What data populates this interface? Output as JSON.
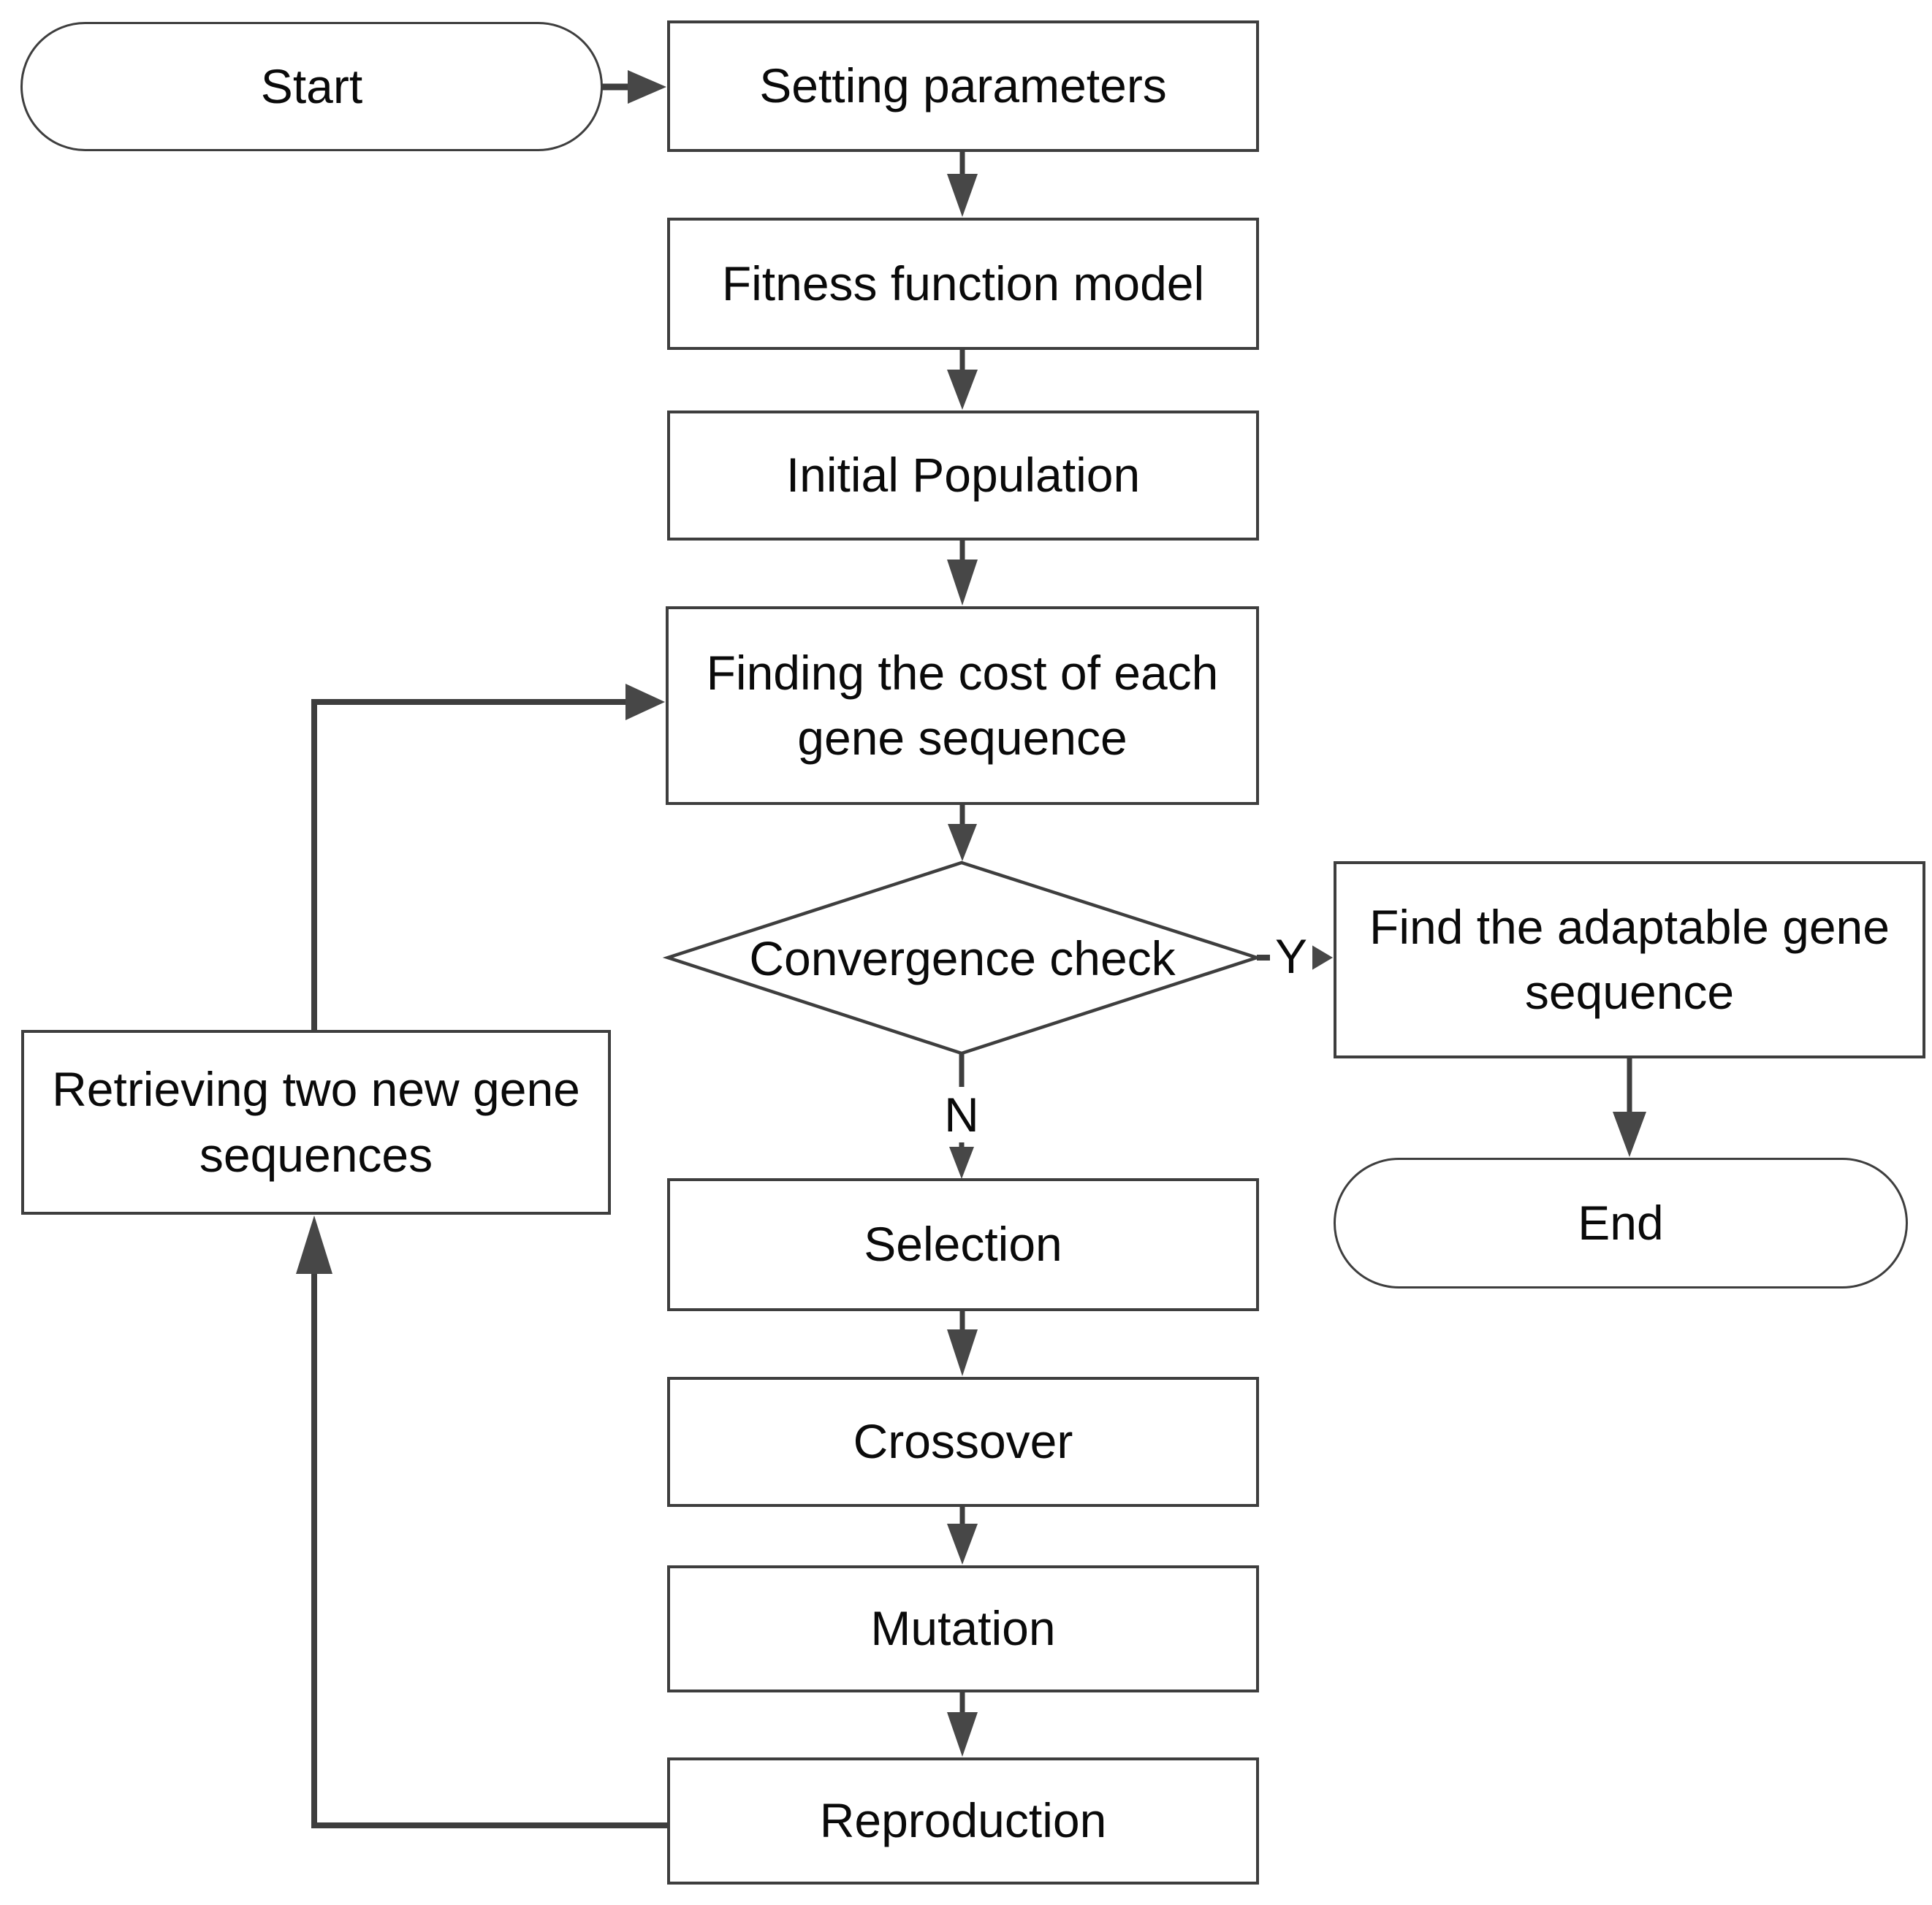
{
  "flowchart": {
    "nodes": {
      "start": {
        "label": "Start",
        "shape": "terminator"
      },
      "setting_parameters": {
        "label": "Setting parameters",
        "shape": "process"
      },
      "fitness_function_model": {
        "label": "Fitness function model",
        "shape": "process"
      },
      "initial_population": {
        "label": "Initial Population",
        "shape": "process"
      },
      "finding_cost": {
        "label": "Finding the cost of each gene sequence",
        "shape": "process"
      },
      "convergence_check": {
        "label": "Convergence check",
        "shape": "decision"
      },
      "find_adaptable": {
        "label": "Find the adaptable gene sequence",
        "shape": "process"
      },
      "end": {
        "label": "End",
        "shape": "terminator"
      },
      "selection": {
        "label": "Selection",
        "shape": "process"
      },
      "crossover": {
        "label": "Crossover",
        "shape": "process"
      },
      "mutation": {
        "label": "Mutation",
        "shape": "process"
      },
      "reproduction": {
        "label": "Reproduction",
        "shape": "process"
      },
      "retrieving_sequences": {
        "label": "Retrieving two new gene sequences",
        "shape": "process"
      }
    },
    "branch_labels": {
      "yes": "Y",
      "no": "N"
    },
    "edges": [
      {
        "from": "start",
        "to": "setting_parameters"
      },
      {
        "from": "setting_parameters",
        "to": "fitness_function_model"
      },
      {
        "from": "fitness_function_model",
        "to": "initial_population"
      },
      {
        "from": "initial_population",
        "to": "finding_cost"
      },
      {
        "from": "finding_cost",
        "to": "convergence_check"
      },
      {
        "from": "convergence_check",
        "to": "find_adaptable",
        "label": "Y"
      },
      {
        "from": "convergence_check",
        "to": "selection",
        "label": "N"
      },
      {
        "from": "find_adaptable",
        "to": "end"
      },
      {
        "from": "selection",
        "to": "crossover"
      },
      {
        "from": "crossover",
        "to": "mutation"
      },
      {
        "from": "mutation",
        "to": "reproduction"
      },
      {
        "from": "reproduction",
        "to": "retrieving_sequences"
      },
      {
        "from": "retrieving_sequences",
        "to": "finding_cost"
      }
    ],
    "colors": {
      "stroke": "#3e3e3e",
      "arrow_fill": "#474747",
      "text": "#0a0a0a",
      "background": "#ffffff"
    }
  }
}
